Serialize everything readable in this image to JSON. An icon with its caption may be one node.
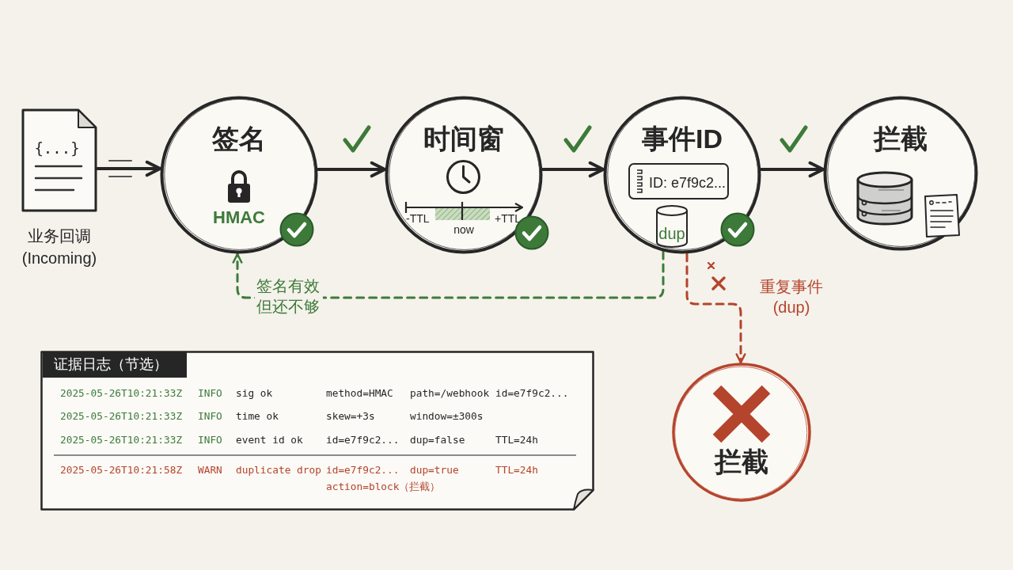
{
  "diagram": {
    "nodes": [
      {
        "text": [
          "{...}"
        ],
        "beside": [
          "业务回调 (Incoming)"
        ]
      },
      {
        "text": [
          "签名",
          "HMAC"
        ]
      },
      {
        "text": [
          "时间窗",
          "-TTL",
          "now",
          "+TTL"
        ]
      },
      {
        "text": [
          "事件ID"
        ]
      },
      {
        "text": [
          "ID: e7f9c2..."
        ],
        "in": 3
      },
      {
        "text": [
          "dup"
        ],
        "in": 3
      },
      {
        "text": [
          "拦截"
        ]
      },
      {
        "text": [
          "拦截"
        ]
      },
      {
        "text": [
          "证据日志（节选）",
          "2025-05-26T10:21:33Z",
          "INFO",
          "sig ok",
          "method=HMAC",
          "path=/webhook",
          "id=e7f9c2...",
          "2025-05-26T10:21:33Z",
          "INFO",
          "time ok",
          "skew=+3s",
          "window=±300s",
          "2025-05-26T10:21:33Z",
          "INFO",
          "event id ok",
          "id=e7f9c2...",
          "dup=false",
          "TTL=24h",
          "2025-05-26T10:21:58Z",
          "WARN",
          "duplicate drop",
          "id=e7f9c2...",
          "dup=true",
          "TTL=24h",
          "action=block（拦截）"
        ]
      }
    ],
    "edges": [
      {
        "from": 0,
        "to": 1,
        "arrow": "to"
      },
      {
        "from": 1,
        "to": 2,
        "arrow": "to"
      },
      {
        "from": 2,
        "to": 3,
        "arrow": "to"
      },
      {
        "from": 3,
        "to": 6,
        "arrow": "to"
      },
      {
        "from": 3,
        "to": 1,
        "arrow": "to",
        "style": "dashed",
        "color": "#3f7a3a",
        "label": "签名有效但还不够"
      },
      {
        "from": 3,
        "to": 7,
        "arrow": "to",
        "style": "dashed",
        "color": "#b5442c",
        "label": "重复事件 (dup)"
      }
    ]
  }
}
